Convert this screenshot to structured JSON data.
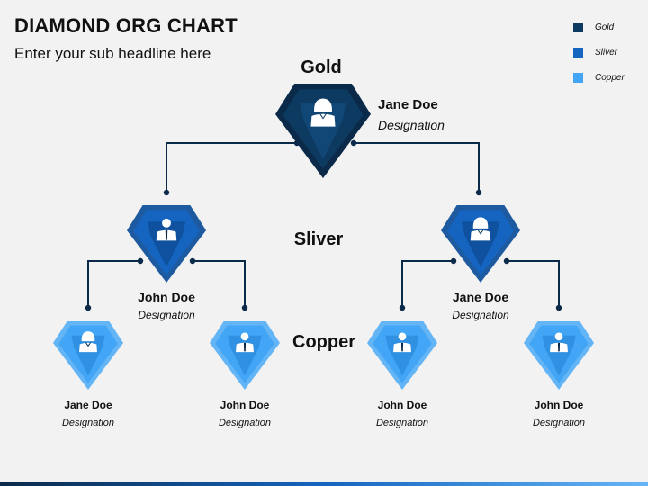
{
  "slide": {
    "title": "DIAMOND ORG CHART",
    "subtitle": "Enter your sub headline here"
  },
  "legend": [
    {
      "label": "Gold",
      "color": "#0d3a60"
    },
    {
      "label": "Sliver",
      "color": "#1565c0"
    },
    {
      "label": "Copper",
      "color": "#42a5f5"
    }
  ],
  "tiers": {
    "gold": "Gold",
    "sliver": "Sliver",
    "copper": "Copper"
  },
  "nodes": {
    "gold": {
      "name": "Jane Doe",
      "designation": "Designation",
      "person": "woman"
    },
    "sliver_left": {
      "name": "John Doe",
      "designation": "Designation",
      "person": "man"
    },
    "sliver_right": {
      "name": "Jane Doe",
      "designation": "Designation",
      "person": "woman"
    },
    "copper_1": {
      "name": "Jane Doe",
      "designation": "Designation",
      "person": "woman"
    },
    "copper_2": {
      "name": "John Doe",
      "designation": "Designation",
      "person": "man"
    },
    "copper_3": {
      "name": "John Doe",
      "designation": "Designation",
      "person": "man"
    },
    "copper_4": {
      "name": "John Doe",
      "designation": "Designation",
      "person": "man"
    }
  },
  "colors": {
    "gold": {
      "outer": "#0b2a4a",
      "mid": "#0d3a60",
      "inner": "#12497a"
    },
    "sliver": {
      "outer": "#1e5aa0",
      "mid": "#1565c0",
      "inner": "#0e4f9a"
    },
    "copper": {
      "outer": "#64b5f6",
      "mid": "#42a5f5",
      "inner": "#2f8fe0"
    },
    "connector": "#0b2a4a"
  }
}
